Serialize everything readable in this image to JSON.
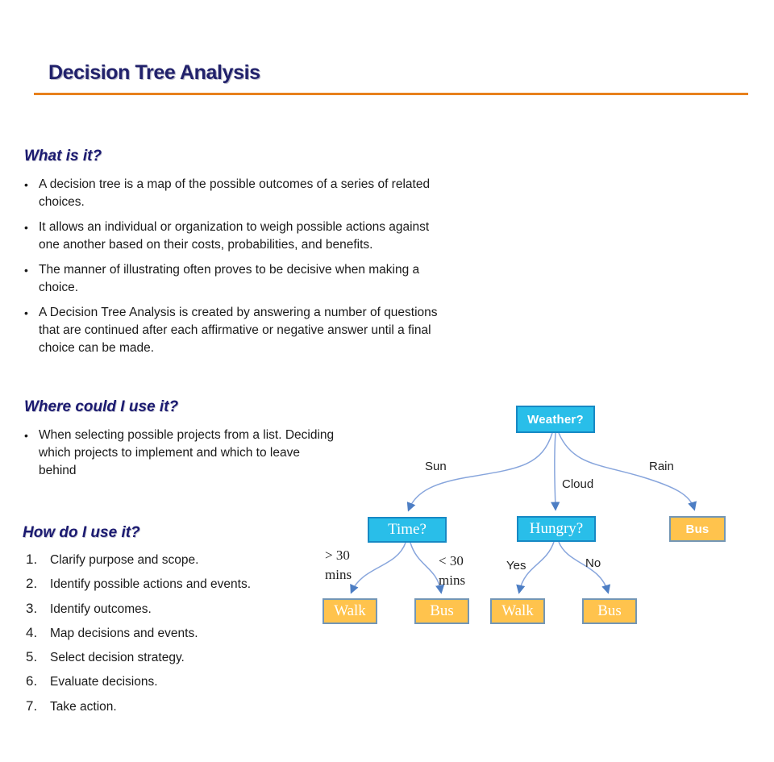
{
  "page": {
    "title": "Decision Tree Analysis"
  },
  "sections": {
    "what": {
      "heading": "What is it?",
      "bullets": [
        "A decision tree is a map of the possible outcomes of a series of related\nchoices.",
        "It allows an individual or organization to weigh possible actions against\none another based on their costs, probabilities, and benefits.",
        "The manner of illustrating often proves to be decisive when making a\nchoice.",
        "A Decision Tree Analysis is created by answering a number of questions\nthat are continued after each affirmative or negative answer until a final\nchoice can be made."
      ]
    },
    "where": {
      "heading": "Where could I use it?",
      "bullets": [
        "When selecting possible projects from a list. Deciding\nwhich projects to implement and which to leave\nbehind"
      ]
    },
    "how": {
      "heading": "How do I use it?",
      "steps": [
        {
          "num": "1.",
          "text": "Clarify purpose and scope."
        },
        {
          "num": "2.",
          "text": "Identify possible actions and events."
        },
        {
          "num": "3.",
          "text": "Identify outcomes."
        },
        {
          "num": "4.",
          "text": "Map decisions and events."
        },
        {
          "num": "5.",
          "text": "Select decision strategy."
        },
        {
          "num": "6.",
          "text": "Evaluate decisions."
        },
        {
          "num": "7.",
          "text": "Take action."
        }
      ]
    }
  },
  "diagram": {
    "nodes": {
      "weather": {
        "label": "Weather?",
        "type": "decision"
      },
      "time": {
        "label": "Time?",
        "type": "decision"
      },
      "hungry": {
        "label": "Hungry?",
        "type": "decision"
      },
      "bus_rain": {
        "label": "Bus",
        "type": "leaf"
      },
      "walk_time": {
        "label": "Walk",
        "type": "leaf"
      },
      "bus_time": {
        "label": "Bus",
        "type": "leaf"
      },
      "walk_hungry": {
        "label": "Walk",
        "type": "leaf"
      },
      "bus_hungry": {
        "label": "Bus",
        "type": "leaf"
      }
    },
    "edge_labels": {
      "sun": "Sun",
      "cloud": "Cloud",
      "rain": "Rain",
      "gt30": "> 30\nmins",
      "lt30": "< 30\nmins",
      "yes": "Yes",
      "no": "No"
    },
    "colors": {
      "title_color": "#21216B",
      "heading_color": "#1B1A70",
      "accent_rule": "#E8811C",
      "decision_fill": "#29BEE9",
      "decision_border": "#1789C4",
      "leaf_fill": "#FFC34D",
      "leaf_border": "#7396B5",
      "edge": "#87A5DC",
      "arrow": "#4D7EC4"
    }
  }
}
